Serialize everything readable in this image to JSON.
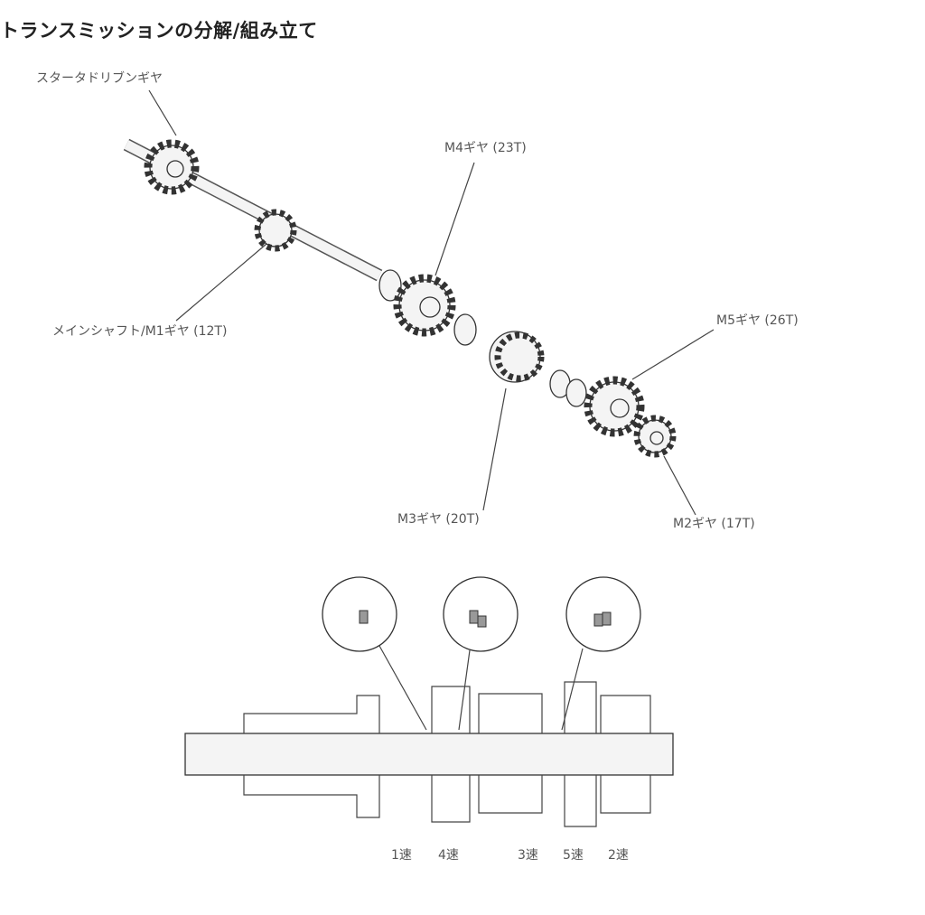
{
  "title": "トランスミッションの分解/組み立て",
  "labels": {
    "starter_driven_gear": "スタータドリブンギヤ",
    "m4_gear": "M4ギヤ (23T)",
    "mainshaft_m1": "メインシャフト/M1ギヤ (12T)",
    "m5_gear": "M5ギヤ (26T)",
    "m3_gear": "M3ギヤ (20T)",
    "m2_gear": "M2ギヤ (17T)"
  },
  "speeds": [
    "1速",
    "4速",
    "3速",
    "5速",
    "2速"
  ]
}
